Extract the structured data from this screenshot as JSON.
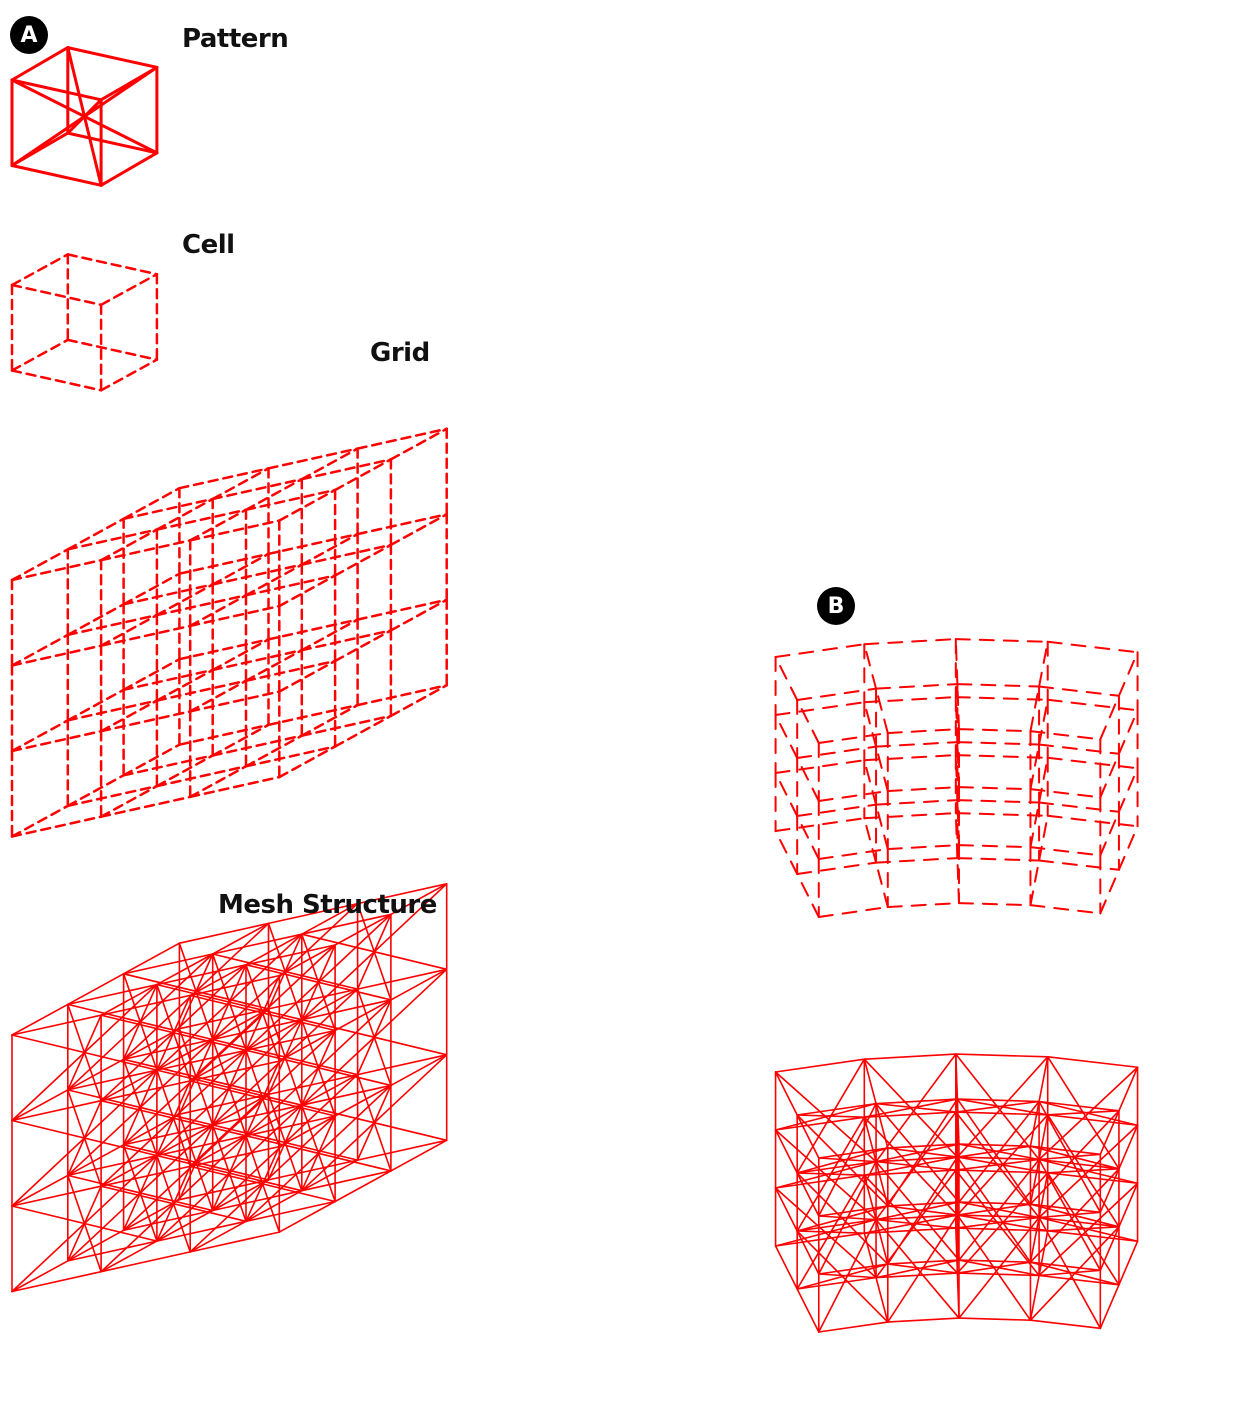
{
  "panels": {
    "a": {
      "badge": "A"
    },
    "b": {
      "badge": "B"
    }
  },
  "labels": {
    "pattern": "Pattern",
    "cell": "Cell",
    "grid": "Grid",
    "mesh": "Mesh Structure"
  },
  "colors": {
    "stroke": "#ff0000",
    "badge_bg": "#000000",
    "badge_text": "#ffffff",
    "label_text": "#111111"
  }
}
